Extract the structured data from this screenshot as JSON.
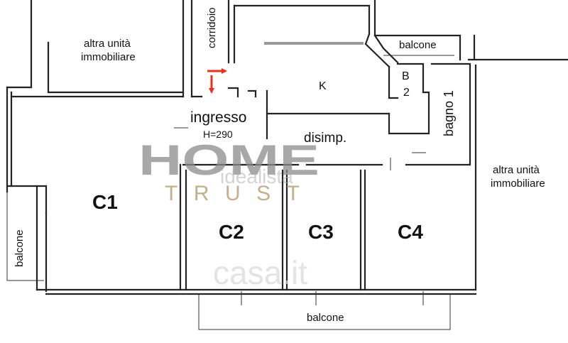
{
  "labels": {
    "corridoio": "corridoio",
    "altra_left_1": "altra unità",
    "altra_left_2": "immobiliare",
    "balcone_top": "balcone",
    "b": "B",
    "b_num": "2",
    "k": "K",
    "bagno": "bagno 1",
    "ingresso": "ingresso",
    "height": "H=290",
    "disimp": "disimp.",
    "altra_right_1": "altra unità",
    "altra_right_2": "immobiliare",
    "c1": "C1",
    "c2": "C2",
    "c3": "C3",
    "c4": "C4",
    "balcone_left": "balcone",
    "balcone_bottom": "balcone"
  },
  "watermarks": {
    "home": "HOME",
    "trust": "TRUST",
    "idealista": "idealista",
    "casa": "casa.it"
  },
  "colors": {
    "arrow": "#e8321e",
    "walls": "#222222"
  }
}
